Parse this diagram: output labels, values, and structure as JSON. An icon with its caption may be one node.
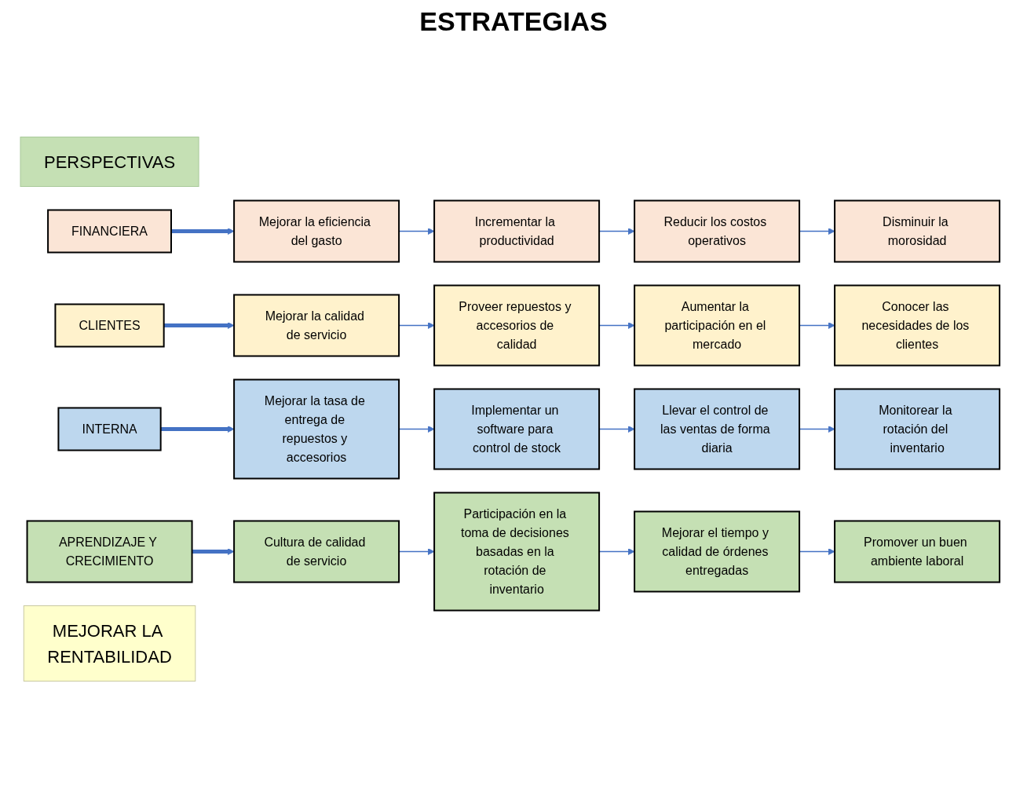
{
  "diagram": {
    "title": "ESTRATEGIAS",
    "nodes": [
      {
        "text": [
          "PERSPECTIVAS"
        ]
      },
      {
        "text": [
          "FINANCIERA"
        ]
      },
      {
        "text": [
          "Mejorar la eficiencia del gasto"
        ]
      },
      {
        "text": [
          "Incrementar la productividad"
        ]
      },
      {
        "text": [
          "Reducir los costos operativos"
        ]
      },
      {
        "text": [
          "Disminuir la morosidad"
        ]
      },
      {
        "text": [
          "CLIENTES"
        ]
      },
      {
        "text": [
          "Mejorar la calidad de servicio"
        ]
      },
      {
        "text": [
          "Proveer repuestos y accesorios de calidad"
        ]
      },
      {
        "text": [
          "Aumentar la participación en el mercado"
        ]
      },
      {
        "text": [
          "Conocer las necesidades de los clientes"
        ]
      },
      {
        "text": [
          "INTERNA"
        ]
      },
      {
        "text": [
          "Mejorar la tasa de entrega de repuestos y accesorios"
        ]
      },
      {
        "text": [
          "Implementar un software para control de stock"
        ]
      },
      {
        "text": [
          "Llevar el control de las ventas de forma diaria"
        ]
      },
      {
        "text": [
          "Monitorear la rotación del inventario"
        ]
      },
      {
        "text": [
          "APRENDIZAJE Y CRECIMIENTO"
        ]
      },
      {
        "text": [
          "Cultura de calidad de servicio"
        ]
      },
      {
        "text": [
          "Participación en la toma de decisiones basadas en la rotación de inventario"
        ]
      },
      {
        "text": [
          "Mejorar el tiempo y calidad de órdenes entregadas"
        ]
      },
      {
        "text": [
          "Promover un buen ambiente laboral"
        ]
      },
      {
        "text": [
          "MEJORAR LA RENTABILIDAD"
        ]
      }
    ],
    "edges": [
      {
        "from": 1,
        "to": 2,
        "arrow": "to",
        "style": "thick"
      },
      {
        "from": 2,
        "to": 3,
        "arrow": "to"
      },
      {
        "from": 3,
        "to": 4,
        "arrow": "to"
      },
      {
        "from": 4,
        "to": 5,
        "arrow": "to"
      },
      {
        "from": 6,
        "to": 7,
        "arrow": "to",
        "style": "thick"
      },
      {
        "from": 7,
        "to": 8,
        "arrow": "to"
      },
      {
        "from": 8,
        "to": 9,
        "arrow": "to"
      },
      {
        "from": 9,
        "to": 10,
        "arrow": "to"
      },
      {
        "from": 11,
        "to": 12,
        "arrow": "to",
        "style": "thick"
      },
      {
        "from": 12,
        "to": 13,
        "arrow": "to"
      },
      {
        "from": 13,
        "to": 14,
        "arrow": "to"
      },
      {
        "from": 14,
        "to": 15,
        "arrow": "to"
      },
      {
        "from": 16,
        "to": 17,
        "arrow": "to",
        "style": "thick"
      },
      {
        "from": 17,
        "to": 18,
        "arrow": "to"
      },
      {
        "from": 18,
        "to": 19,
        "arrow": "to"
      },
      {
        "from": 19,
        "to": 20,
        "arrow": "to"
      }
    ]
  }
}
